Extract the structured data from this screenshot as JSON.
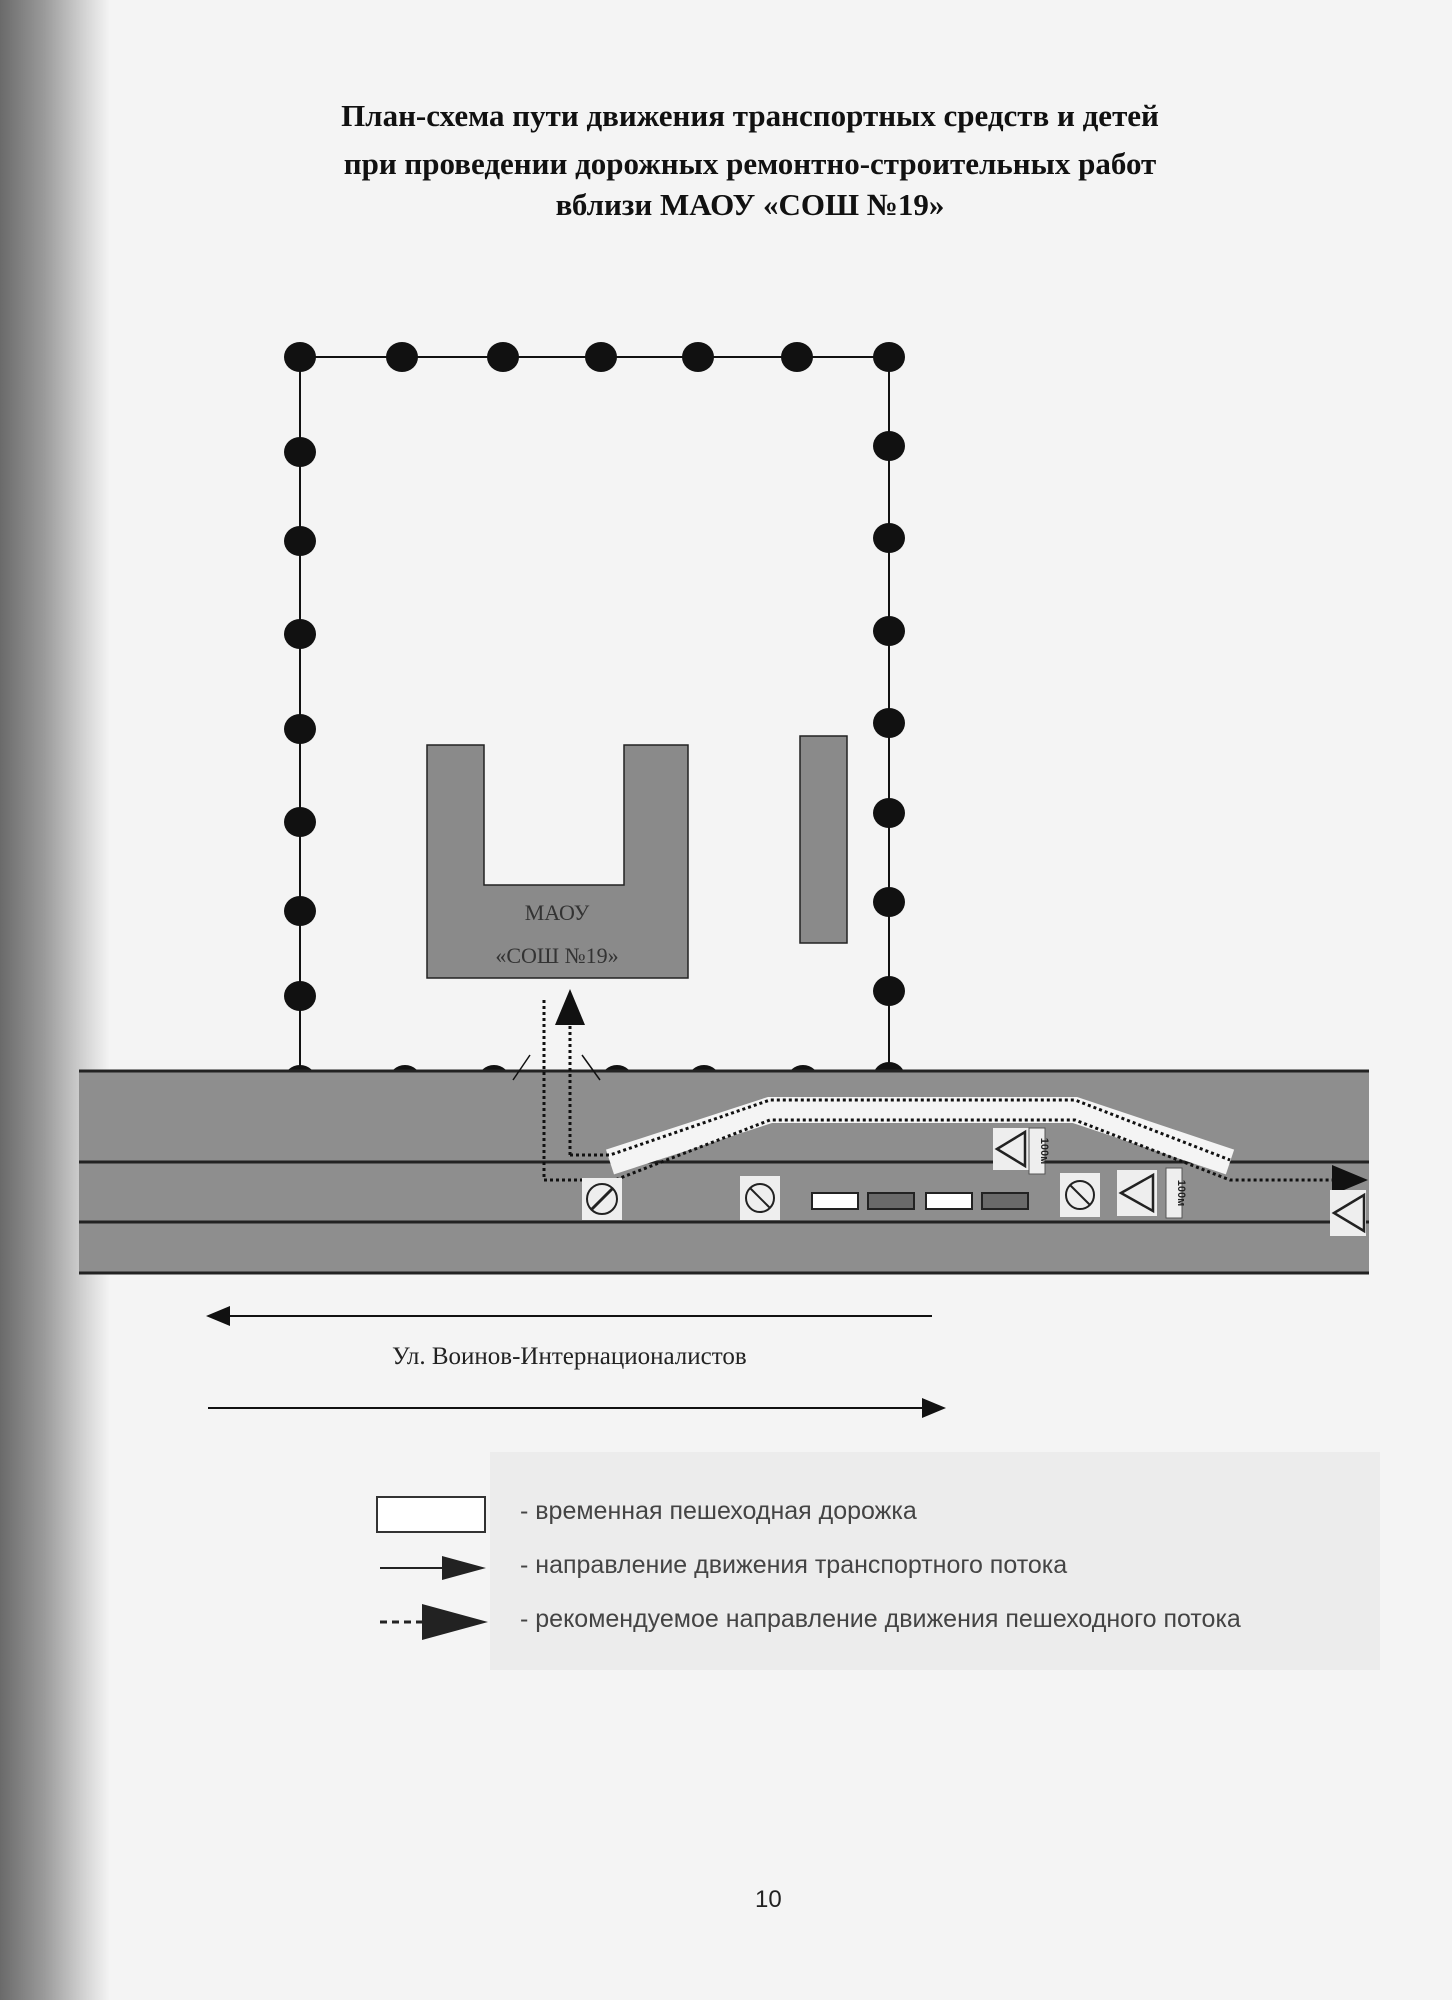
{
  "title_lines": [
    "План-схема пути движения транспортных средств и детей",
    "при проведении дорожных ремонтно-строительных работ",
    "вблизи МАОУ «СОШ №19»"
  ],
  "building": {
    "line1": "МАОУ",
    "line2": "«СОШ №19»"
  },
  "street_name": "Ул. Воинов-Интернационалистов",
  "legend": [
    {
      "symbol": "rectangle",
      "label": "- временная пешеходная дорожка"
    },
    {
      "symbol": "solid-arrow",
      "label": "- направление движения транспортного потока"
    },
    {
      "symbol": "dashed-arrow",
      "label": "- рекомендуемое направление движения пешеходного потока"
    }
  ],
  "sign_plate_text": "100м",
  "page_number": "10",
  "colors": {
    "road": "#8e8e8e",
    "building": "#8a8a8a",
    "fence_dot": "#111111"
  }
}
